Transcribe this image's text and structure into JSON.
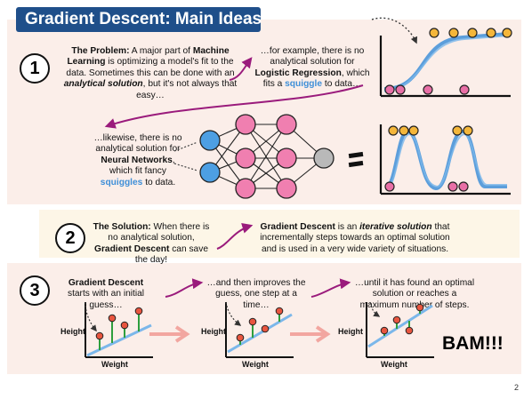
{
  "title": "Gradient Descent: Main Ideas",
  "sections": {
    "s1": {
      "number": "1",
      "problem_bold": "The Problem:",
      "problem_t1": " A major part of ",
      "problem_b2": "Machine Learning",
      "problem_t2": " is optimizing a model's fit to the data. Sometimes this can be done with an ",
      "problem_i": "analytical solution",
      "problem_t3": ", but it's not always that easy…",
      "example_t1": "…for example, there is no analytical solution for ",
      "example_b": "Logistic Regression",
      "example_t2": ", which fits a ",
      "example_blue": "squiggle",
      "example_t3": " to data…",
      "nn_t1": "…likewise, there is no analytical solution for ",
      "nn_b": "Neural Networks",
      "nn_t2": ", which fit fancy ",
      "nn_blue": "squiggles",
      "nn_t3": " to data."
    },
    "s2": {
      "number": "2",
      "solution_bold": "The Solution:",
      "solution_t1": " When there is no analytical solution, ",
      "solution_b2": "Gradient Descent",
      "solution_t2": " can save the day!",
      "gd_b": "Gradient Descent",
      "gd_t1": " is an ",
      "gd_i": "iterative solution",
      "gd_t2": " that incrementally steps towards an optimal solution and is used in a very wide variety of situations."
    },
    "s3": {
      "number": "3",
      "step1_b": "Gradient Descent",
      "step1_t": " starts with an initial guess…",
      "step2_t": "…and then improves the guess, one step at a time…",
      "step3_t": "…until it has found an optimal solution or reaches a maximum number of steps.",
      "ylabel": "Height",
      "xlabel": "Weight",
      "bam": "BAM!!!"
    }
  },
  "page_number": "2",
  "colors": {
    "title_bg": "#1f4f8a",
    "panel_pink": "#fbeee9",
    "panel_cream": "#fdf6e7",
    "arrow_magenta": "#9a1b7c",
    "squiggle_blue": "#3f8fd8",
    "dot_pink": "#e86fa6",
    "dot_yellow": "#f4b63a",
    "dot_red": "#e8553f",
    "residual_green": "#2e9e3e",
    "node_blue": "#4d9fe3",
    "node_pink": "#f07fb0",
    "node_gray": "#b9b9b9",
    "salmon_arrow": "#f2a6a0"
  }
}
